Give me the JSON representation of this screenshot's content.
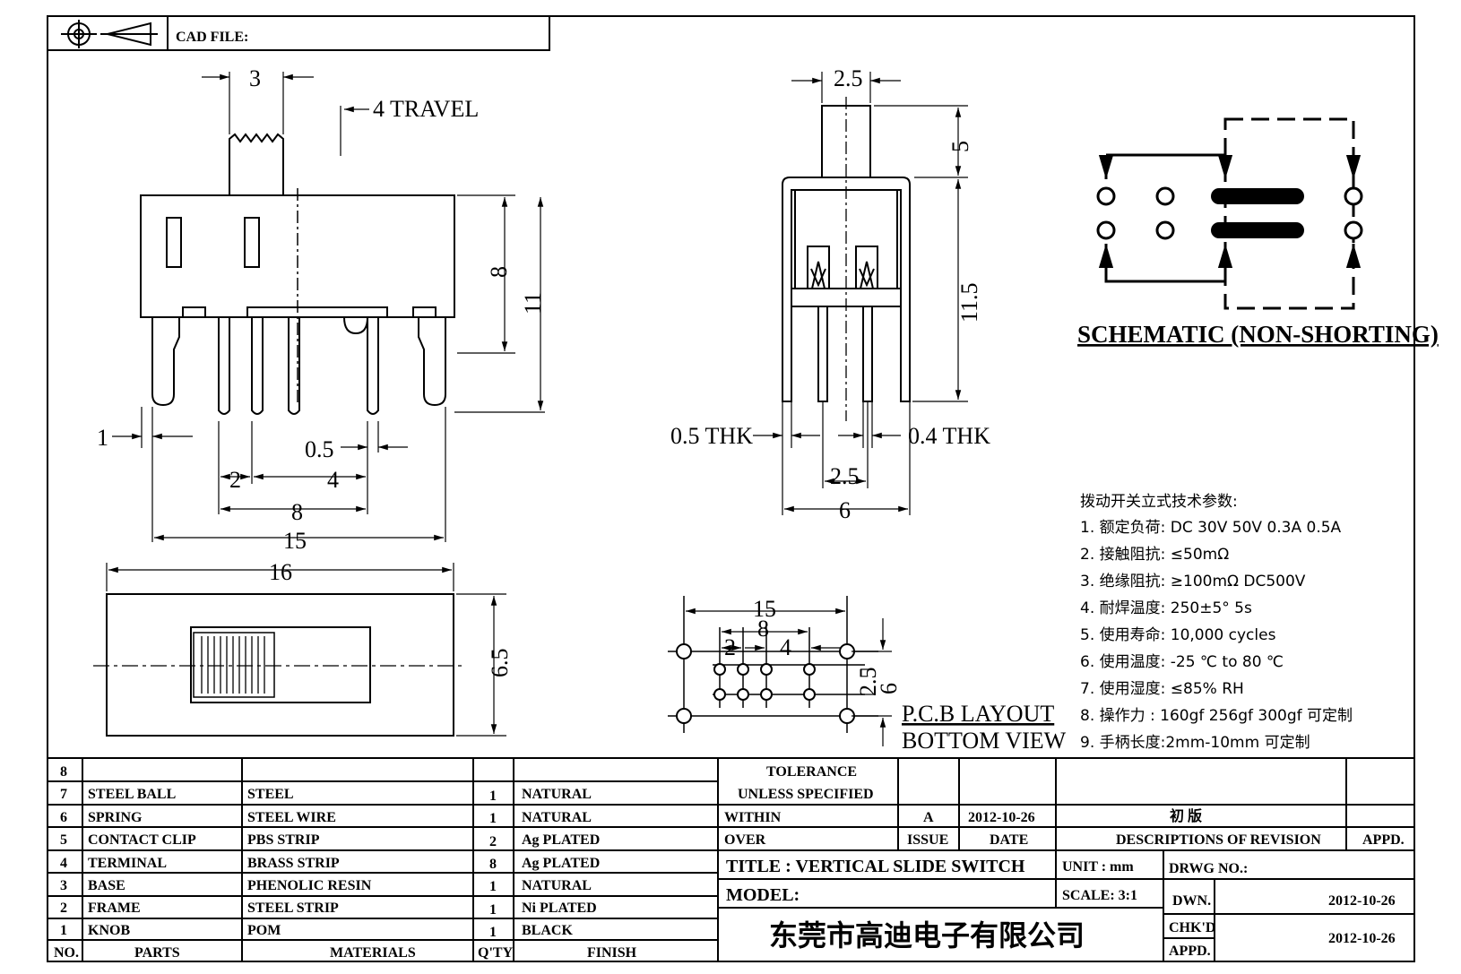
{
  "header": {
    "cad_file_label": "CAD FILE:"
  },
  "front_view": {
    "dim_knob": "3",
    "travel": "4 TRAVEL",
    "dim_height_body": "8",
    "dim_height_total": "11",
    "dim_pin_width": "1",
    "dim_pin_thk": "0.5",
    "dim_pitch_a": "2",
    "dim_pitch_b": "4",
    "dim_pitch_c": "8",
    "dim_overall": "15"
  },
  "side_view": {
    "dim_knob_w": "2.5",
    "dim_knob_h": "5",
    "dim_body_h": "11.5",
    "thk_left": "0.5 THK",
    "thk_right": "0.4 THK",
    "dim_pin_span": "2.5",
    "dim_width": "6"
  },
  "top_view": {
    "dim_length": "16",
    "dim_width": "6.5"
  },
  "pcb": {
    "dim_15": "15",
    "dim_8": "8",
    "dim_2": "2",
    "dim_4": "4",
    "dim_25": "2.5",
    "dim_6": "6",
    "title_line1": "P.C.B LAYOUT",
    "title_line2": "BOTTOM VIEW"
  },
  "schematic": {
    "title": "SCHEMATIC (NON-SHORTING)"
  },
  "specs": {
    "heading": "拨动开关立式技术参数:",
    "items": [
      "1.  额定负荷: DC 30V    50V    0.3A    0.5A",
      "2.  接触阻抗: ≤50mΩ",
      "3.  绝缘阻抗: ≥100mΩ   DC500V",
      "4.  耐焊温度: 250±5°   5s",
      "5.  使用寿命: 10,000 cycles",
      "6.  使用温度: -25  ℃   to 80  ℃",
      "7.  使用湿度: ≤85% RH",
      "8.  操作力 : 160gf    256gf    300gf   可定制",
      "9.  手柄长度:2mm-10mm   可定制"
    ]
  },
  "bom": {
    "rows": [
      {
        "no": "8",
        "part": "",
        "material": "",
        "qty": "",
        "finish": ""
      },
      {
        "no": "7",
        "part": "STEEL BALL",
        "material": "STEEL",
        "qty": "1",
        "finish": "NATURAL"
      },
      {
        "no": "6",
        "part": "SPRING",
        "material": "STEEL WIRE",
        "qty": "1",
        "finish": "NATURAL"
      },
      {
        "no": "5",
        "part": "CONTACT CLIP",
        "material": "PBS STRIP",
        "qty": "2",
        "finish": "Ag PLATED"
      },
      {
        "no": "4",
        "part": "TERMINAL",
        "material": "BRASS STRIP",
        "qty": "8",
        "finish": "Ag PLATED"
      },
      {
        "no": "3",
        "part": "BASE",
        "material": "PHENOLIC RESIN",
        "qty": "1",
        "finish": "NATURAL"
      },
      {
        "no": "2",
        "part": "FRAME",
        "material": "STEEL STRIP",
        "qty": "1",
        "finish": "Ni PLATED"
      },
      {
        "no": "1",
        "part": "KNOB",
        "material": "POM",
        "qty": "1",
        "finish": "BLACK"
      }
    ],
    "headers": {
      "no": "NO.",
      "part": "PARTS",
      "material": "MATERIALS",
      "qty": "Q'TY",
      "finish": "FINISH"
    }
  },
  "title_block": {
    "tolerance": "TOLERANCE",
    "unless": "UNLESS   SPECIFIED",
    "within": "WITHIN",
    "over": "OVER",
    "issue_val": "A",
    "date_val": "2012-10-26",
    "desc_val": "初   版",
    "issue_label": "ISSUE",
    "date_label": "DATE",
    "desc_label": "DESCRIPTIONS  OF  REVISION",
    "appd_label": "APPD.",
    "title": "TITLE :   VERTICAL  SLIDE  SWITCH",
    "unit": "UNIT :   mm",
    "drwg_no": "DRWG NO.:",
    "model": "MODEL:",
    "scale": "SCALE:   3:1",
    "dwn": "DWN.",
    "dwn_date": "2012-10-26",
    "company": "东莞市高迪电子有限公司",
    "chkd": "CHK'D",
    "chkd_date": "2012-10-26",
    "appd": "APPD."
  }
}
